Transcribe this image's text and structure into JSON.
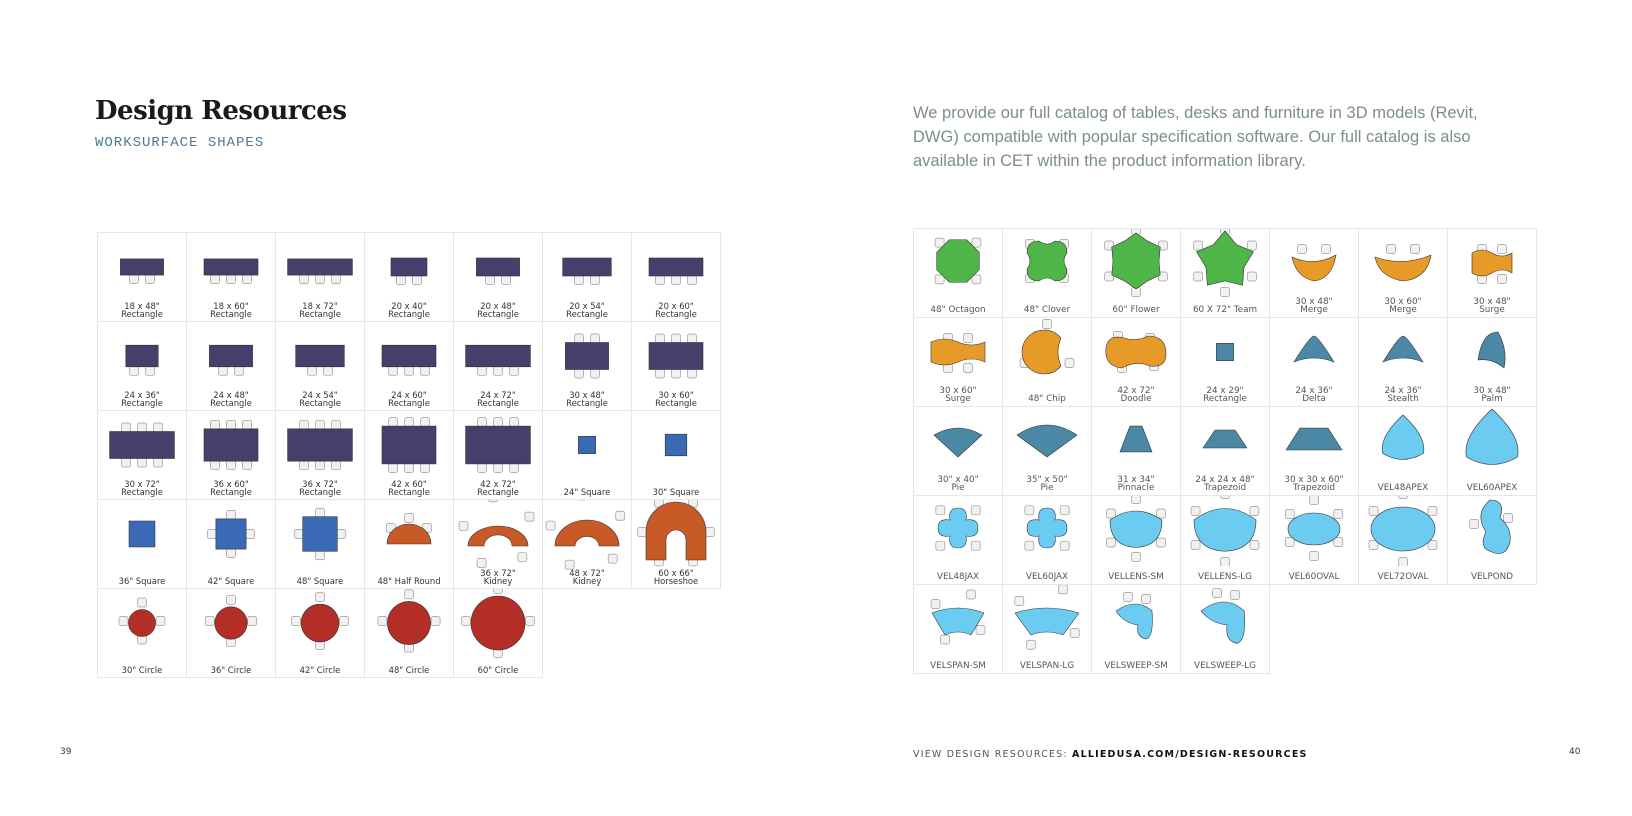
{
  "header": {
    "title": "Design Resources",
    "subtitle": "Worksurface Shapes"
  },
  "intro": "We provide our full catalog of tables, desks and furniture in 3D models (Revit, DWG) compatible with popular specification software. Our full catalog is also available in CET within the product information library.",
  "colors": {
    "purple_rect": "#463e6b",
    "blue_square": "#3a6ab5",
    "orange_round": "#c85a28",
    "red_circle": "#b22e26",
    "green": "#4fb548",
    "amber": "#e69b29",
    "teal": "#4a88a6",
    "sky": "#6bcbf0"
  },
  "left_shapes": [
    {
      "label": "18 x 48\" Rectangle",
      "shape": "rect",
      "color": "purple"
    },
    {
      "label": "18 x 60\" Rectangle",
      "shape": "rect",
      "color": "purple"
    },
    {
      "label": "18 x 72\" Rectangle",
      "shape": "rect",
      "color": "purple"
    },
    {
      "label": "20 x 40\" Rectangle",
      "shape": "rect",
      "color": "purple"
    },
    {
      "label": "20 x 48\" Rectangle",
      "shape": "rect",
      "color": "purple"
    },
    {
      "label": "20 x 54\" Rectangle",
      "shape": "rect",
      "color": "purple"
    },
    {
      "label": "20 x 60\" Rectangle",
      "shape": "rect",
      "color": "purple"
    },
    {
      "label": "24 x 36\" Rectangle",
      "shape": "rect",
      "color": "purple"
    },
    {
      "label": "24 x 48\" Rectangle",
      "shape": "rect",
      "color": "purple"
    },
    {
      "label": "24 x 54\" Rectangle",
      "shape": "rect",
      "color": "purple"
    },
    {
      "label": "24 x 60\" Rectangle",
      "shape": "rect",
      "color": "purple"
    },
    {
      "label": "24 x 72\" Rectangle",
      "shape": "rect",
      "color": "purple"
    },
    {
      "label": "30 x 48\" Rectangle",
      "shape": "rect",
      "color": "purple"
    },
    {
      "label": "30 x 60\" Rectangle",
      "shape": "rect",
      "color": "purple"
    },
    {
      "label": "30 x 72\" Rectangle",
      "shape": "rect",
      "color": "purple"
    },
    {
      "label": "36 x 60\" Rectangle",
      "shape": "rect",
      "color": "purple"
    },
    {
      "label": "36 x 72\" Rectangle",
      "shape": "rect",
      "color": "purple"
    },
    {
      "label": "42 x 60\" Rectangle",
      "shape": "rect",
      "color": "purple"
    },
    {
      "label": "42 x 72\" Rectangle",
      "shape": "rect",
      "color": "purple"
    },
    {
      "label": "24\" Square",
      "shape": "square",
      "color": "blue"
    },
    {
      "label": "30\" Square",
      "shape": "square",
      "color": "blue"
    },
    {
      "label": "36\" Square",
      "shape": "square",
      "color": "blue"
    },
    {
      "label": "42\" Square",
      "shape": "square",
      "color": "blue"
    },
    {
      "label": "48\" Square",
      "shape": "square",
      "color": "blue"
    },
    {
      "label": "48\" Half Round",
      "shape": "halfround",
      "color": "orange"
    },
    {
      "label": "36 x 72\" Kidney",
      "shape": "kidney",
      "color": "orange"
    },
    {
      "label": "48 x 72\" Kidney",
      "shape": "kidney",
      "color": "orange"
    },
    {
      "label": "60 x 66\" Horseshoe",
      "shape": "horseshoe",
      "color": "orange"
    },
    {
      "label": "30\" Circle",
      "shape": "circle",
      "color": "red"
    },
    {
      "label": "36\" Circle",
      "shape": "circle",
      "color": "red"
    },
    {
      "label": "42\" Circle",
      "shape": "circle",
      "color": "red"
    },
    {
      "label": "48\" Circle",
      "shape": "circle",
      "color": "red"
    },
    {
      "label": "60\" Circle",
      "shape": "circle",
      "color": "red"
    }
  ],
  "right_shapes": [
    {
      "label": "48\" Octagon",
      "shape": "octagon",
      "color": "green"
    },
    {
      "label": "48\" Clover",
      "shape": "clover",
      "color": "green"
    },
    {
      "label": "60\" Flower",
      "shape": "flower",
      "color": "green"
    },
    {
      "label": "60 X 72\" Team",
      "shape": "team",
      "color": "green"
    },
    {
      "label": "30 x 48\" Merge",
      "shape": "merge",
      "color": "amber"
    },
    {
      "label": "30 x 60\" Merge",
      "shape": "merge",
      "color": "amber"
    },
    {
      "label": "30 x 48\" Surge",
      "shape": "surge",
      "color": "amber"
    },
    {
      "label": "30 x 60\" Surge",
      "shape": "surge",
      "color": "amber"
    },
    {
      "label": "48\" Chip",
      "shape": "chip",
      "color": "amber"
    },
    {
      "label": "42 x 72\" Doodle",
      "shape": "doodle",
      "color": "amber"
    },
    {
      "label": "24 x 29\" Rectangle",
      "shape": "square",
      "color": "teal"
    },
    {
      "label": "24 x 36\" Delta",
      "shape": "delta",
      "color": "teal"
    },
    {
      "label": "24 x 36\" Stealth",
      "shape": "delta",
      "color": "teal"
    },
    {
      "label": "30 x 48\" Palm",
      "shape": "palm",
      "color": "teal"
    },
    {
      "label": "30\" x 40\" Pie",
      "shape": "pie",
      "color": "teal"
    },
    {
      "label": "35\" x 50\" Pie",
      "shape": "pie",
      "color": "teal"
    },
    {
      "label": "31 x 34\" Pinnacle",
      "shape": "trapezoid",
      "color": "teal"
    },
    {
      "label": "24 x 24 x 48\" Trapezoid",
      "shape": "trapezoid",
      "color": "teal"
    },
    {
      "label": "30 x 30 x 60\" Trapezoid",
      "shape": "trapezoid",
      "color": "teal"
    },
    {
      "label": "VEL48APEX",
      "shape": "apex",
      "color": "sky"
    },
    {
      "label": "VEL60APEX",
      "shape": "apex",
      "color": "sky"
    },
    {
      "label": "VEL48JAX",
      "shape": "jax",
      "color": "sky"
    },
    {
      "label": "VEL60JAX",
      "shape": "jax",
      "color": "sky"
    },
    {
      "label": "VELLENS-SM",
      "shape": "lens",
      "color": "sky"
    },
    {
      "label": "VELLENS-LG",
      "shape": "lens",
      "color": "sky"
    },
    {
      "label": "VEL60OVAL",
      "shape": "oval",
      "color": "sky"
    },
    {
      "label": "VEL72OVAL",
      "shape": "oval",
      "color": "sky"
    },
    {
      "label": "VELPOND",
      "shape": "pond",
      "color": "sky"
    },
    {
      "label": "VELSPAN-SM",
      "shape": "span",
      "color": "sky"
    },
    {
      "label": "VELSPAN-LG",
      "shape": "span",
      "color": "sky"
    },
    {
      "label": "VELSWEEP-SM",
      "shape": "sweep",
      "color": "sky"
    },
    {
      "label": "VELSWEEP-LG",
      "shape": "sweep",
      "color": "sky"
    }
  ],
  "footer": {
    "prefix": "VIEW DESIGN RESOURCES:",
    "link": "ALLIEDUSA.COM/DESIGN-RESOURCES"
  },
  "page_numbers": {
    "left": "39",
    "right": "40"
  }
}
